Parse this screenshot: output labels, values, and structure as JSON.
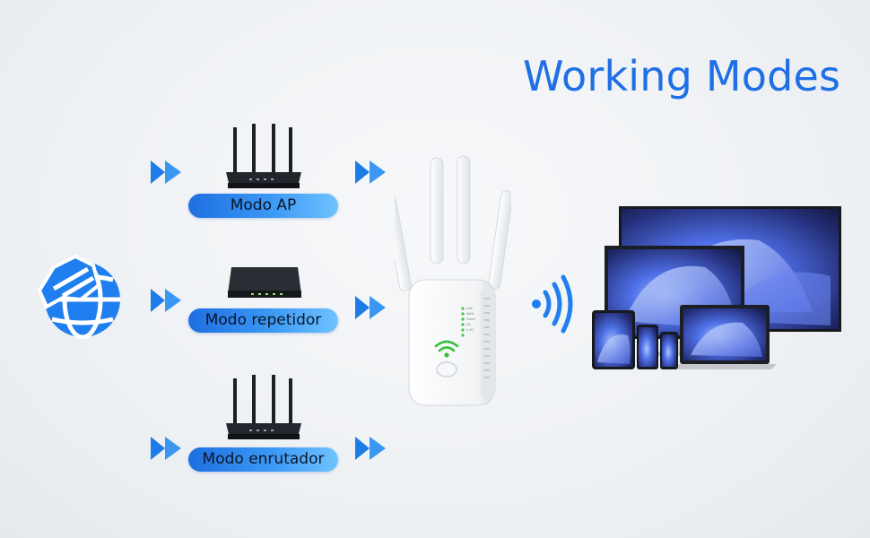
{
  "title": "Working Modes",
  "modes": [
    {
      "label": "Modo AP",
      "device": "router"
    },
    {
      "label": "Modo repetidor",
      "device": "switch"
    },
    {
      "label": "Modo enrutador",
      "device": "router"
    }
  ],
  "extender": {
    "indicators": [
      "Link",
      "WAN",
      "Power",
      "5G",
      "2.4G"
    ]
  },
  "colors": {
    "accent": "#1f6fe5",
    "arrow": "#1d7ce8",
    "globe": "#1f7ff0"
  }
}
